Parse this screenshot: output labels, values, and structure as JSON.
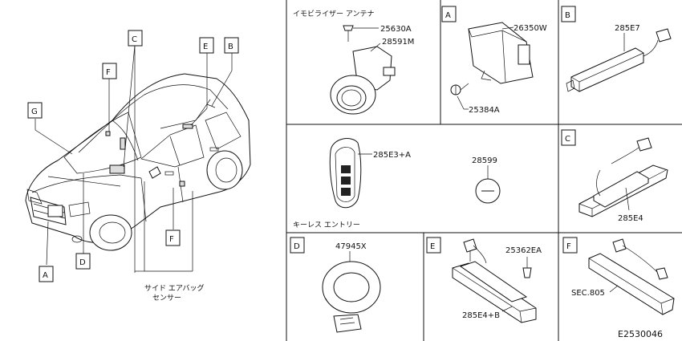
{
  "callouts": {
    "car_a": "A",
    "car_b": "B",
    "car_c": "C",
    "car_d": "D",
    "car_e": "E",
    "car_f1": "F",
    "car_f2": "F",
    "car_g": "G"
  },
  "side_airbag_sensor": {
    "line1": "サイド エアバッグ",
    "line2": "センサー"
  },
  "immobilizer": {
    "title": "イモビライザー アンテナ",
    "part_screw": "25630A",
    "part_antenna": "28591M"
  },
  "panel_a": {
    "label": "A",
    "part_unit": "26350W",
    "part_clip": "25384A"
  },
  "panel_b": {
    "label": "B",
    "part": "285E7"
  },
  "keyless": {
    "title": "キーレス エントリー",
    "part_fob": "285E3+A",
    "part_battery": "28599"
  },
  "panel_c": {
    "label": "C",
    "part": "285E4"
  },
  "panel_d": {
    "label": "D",
    "part": "47945X"
  },
  "panel_e": {
    "label": "E",
    "part_clip": "25362EA",
    "part_antenna": "285E4+B"
  },
  "panel_f": {
    "label": "F",
    "part_ref": "SEC.805"
  },
  "diagram_code": "E2530046"
}
